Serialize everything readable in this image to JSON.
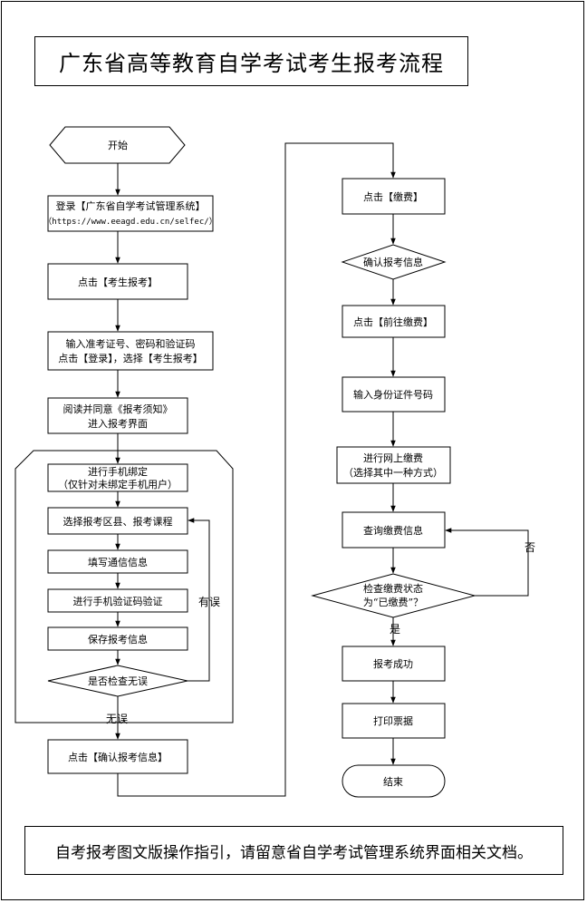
{
  "title": "广东省高等教育自学考试考生报考流程",
  "footer": "自考报考图文版操作指引，请留意省自学考试管理系统界面相关文档。",
  "nodes": {
    "start": "开始",
    "login_1": "登录【广东省自学考试管理系统】",
    "login_2": "（https://www.eeagd.edu.cn/selfec/）",
    "click_apply": "点击【考生报考】",
    "input_1": "输入准考证号、密码和验证码",
    "input_2": "点击【登录】，选择【考生报考】",
    "read_1": "阅读并同意《报考须知》",
    "read_2": "进入报考界面",
    "bind_1": "进行手机绑定",
    "bind_2": "（仅针对未绑定手机用户）",
    "select": "选择报考区县、报考课程",
    "fill": "填写通信信息",
    "verify": "进行手机验证码验证",
    "save": "保存报考信息",
    "check": "是否检查无误",
    "confirm_click": "点击【确认报考信息】",
    "pay_click": "点击【缴费】",
    "confirm_info": "确认报考信息",
    "goto_pay": "点击【前往缴费】",
    "id_input": "输入身份证件号码",
    "online_pay_1": "进行网上缴费",
    "online_pay_2": "（选择其中一种方式）",
    "query_pay": "查询缴费信息",
    "check_status_1": "检查缴费状态",
    "check_status_2": "为“已缴费”？",
    "success": "报考成功",
    "print": "打印票据",
    "end": "结束"
  },
  "edges": {
    "has_error": "有误",
    "no_error": "无误",
    "no": "否",
    "yes": "是"
  }
}
